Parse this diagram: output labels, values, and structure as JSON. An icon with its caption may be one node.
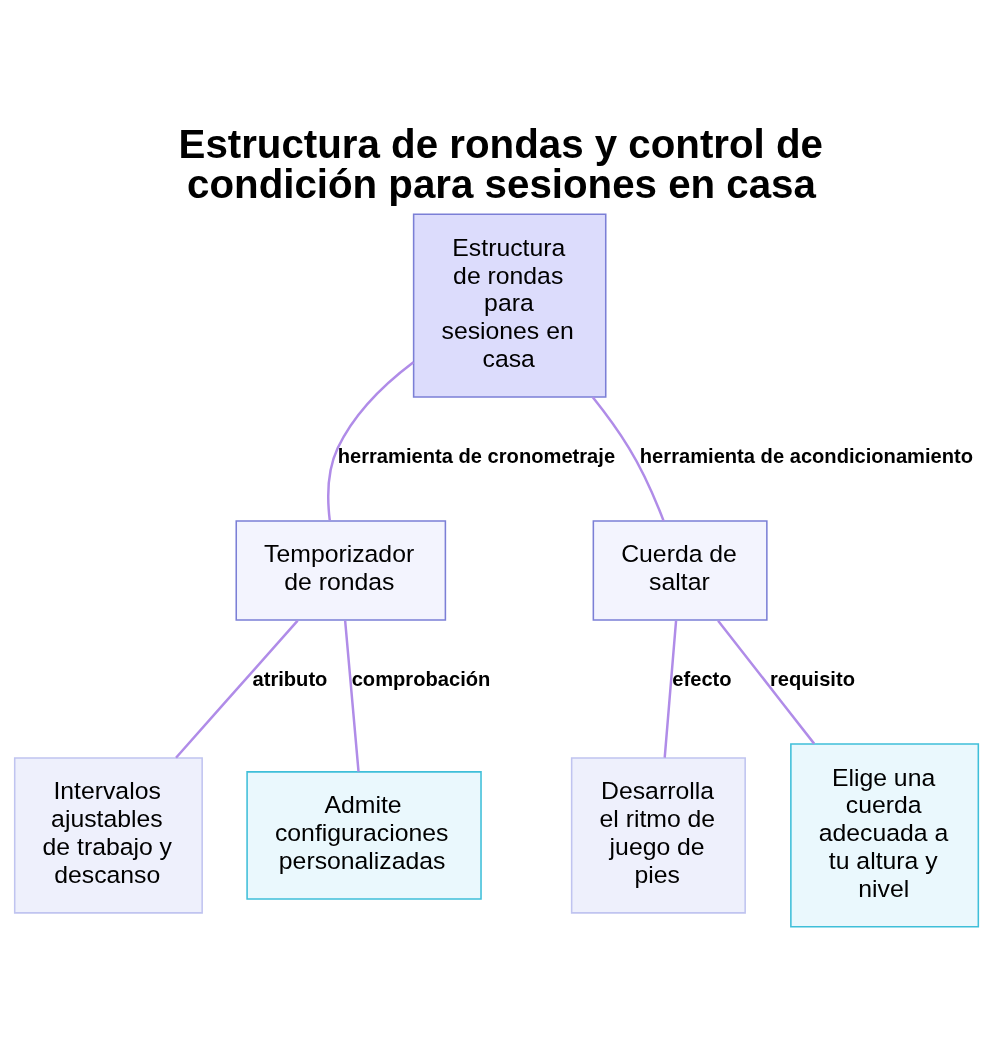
{
  "diagram": {
    "title": "Estructura de rondas y control de condición para sesiones en casa",
    "nodes": [
      {
        "text": [
          "Estructura de rondas para sesiones en casa"
        ]
      },
      {
        "text": [
          "Temporizador de rondas"
        ]
      },
      {
        "text": [
          "Cuerda de saltar"
        ]
      },
      {
        "text": [
          "Intervalos ajustables de trabajo y descanso"
        ]
      },
      {
        "text": [
          "Admite configuraciones personalizadas"
        ]
      },
      {
        "text": [
          "Desarrolla el ritmo de juego de pies"
        ]
      },
      {
        "text": [
          "Elige una cuerda adecuada a tu altura y nivel"
        ]
      }
    ],
    "edges": [
      {
        "from": 0,
        "to": 1,
        "arrow": "none",
        "label": "herramienta de cronometraje"
      },
      {
        "from": 0,
        "to": 2,
        "arrow": "none",
        "label": "herramienta de acondicionamiento"
      },
      {
        "from": 1,
        "to": 3,
        "arrow": "none",
        "label": "atributo"
      },
      {
        "from": 1,
        "to": 4,
        "arrow": "none",
        "label": "comprobación"
      },
      {
        "from": 2,
        "to": 5,
        "arrow": "none",
        "label": "efecto"
      },
      {
        "from": 2,
        "to": 6,
        "arrow": "none",
        "label": "requisito"
      }
    ]
  }
}
